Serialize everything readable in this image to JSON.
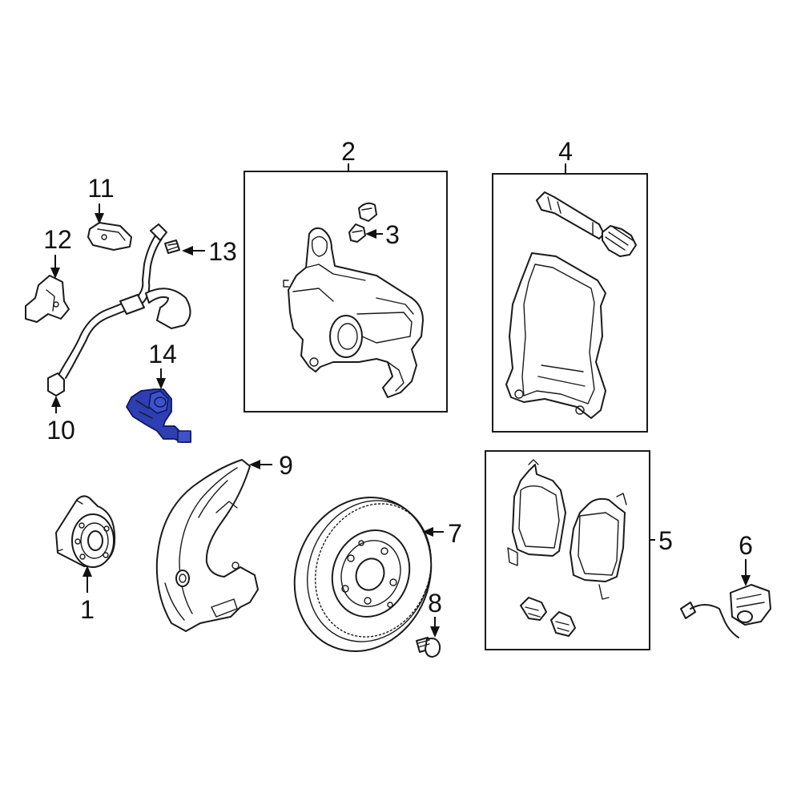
{
  "diagram": {
    "highlight_color": "#2d3fb3",
    "callouts": {
      "c1": "1",
      "c2": "2",
      "c3": "3",
      "c4": "4",
      "c5": "5",
      "c6": "6",
      "c7": "7",
      "c8": "8",
      "c9": "9",
      "c10": "10",
      "c11": "11",
      "c12": "12",
      "c13": "13",
      "c14": "14"
    },
    "highlighted_callout": "14"
  }
}
